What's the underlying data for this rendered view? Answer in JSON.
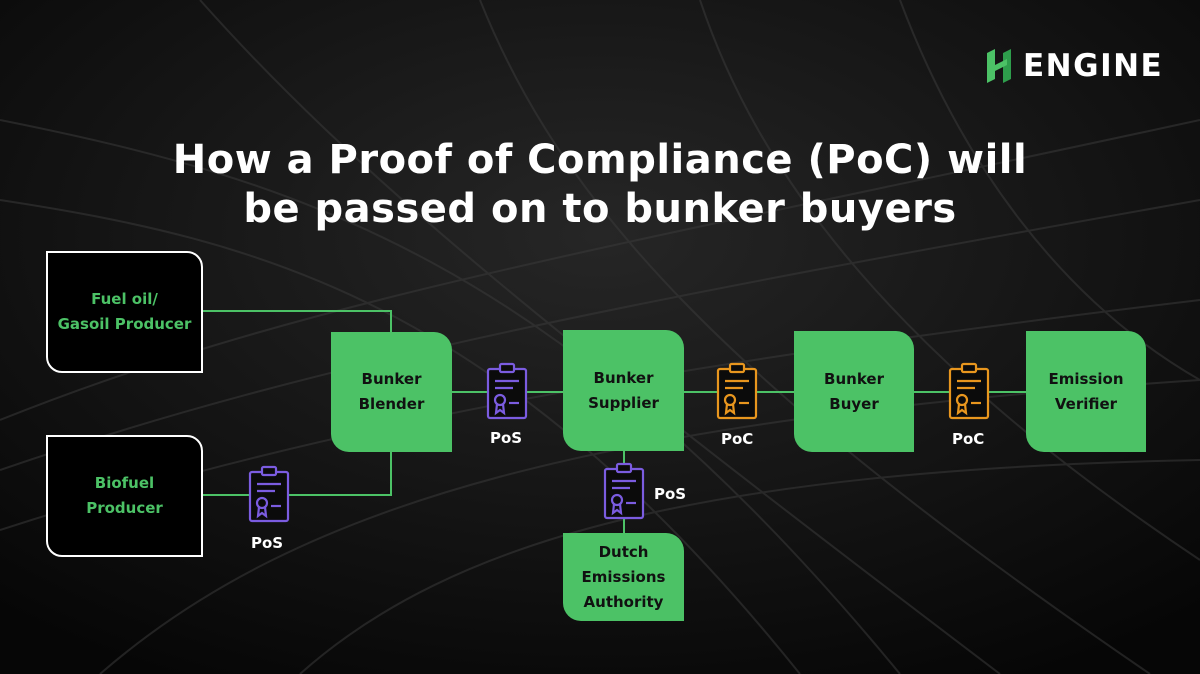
{
  "brand": {
    "name": "ENGINE",
    "accent_green": "#4cc266",
    "pos_color": "#7b5ce0",
    "poc_color": "#e8961e"
  },
  "title": {
    "line1": "How a Proof of Compliance (PoC) will",
    "line2": "be passed on to bunker buyers"
  },
  "nodes": {
    "fuel_oil_producer": [
      "Fuel oil/",
      "Gasoil Producer"
    ],
    "biofuel_producer": [
      "Biofuel",
      "Producer"
    ],
    "bunker_blender": [
      "Bunker",
      "Blender"
    ],
    "bunker_supplier": [
      "Bunker",
      "Supplier"
    ],
    "bunker_buyer": [
      "Bunker",
      "Buyer"
    ],
    "emission_verifier": [
      "Emission",
      "Verifier"
    ],
    "dutch_emissions_authority": [
      "Dutch",
      "Emissions",
      "Authority"
    ]
  },
  "documents": {
    "biofuel_pos": "PoS",
    "blender_pos": "PoS",
    "authority_pos": "PoS",
    "supplier_poc": "PoC",
    "buyer_poc": "PoC"
  }
}
